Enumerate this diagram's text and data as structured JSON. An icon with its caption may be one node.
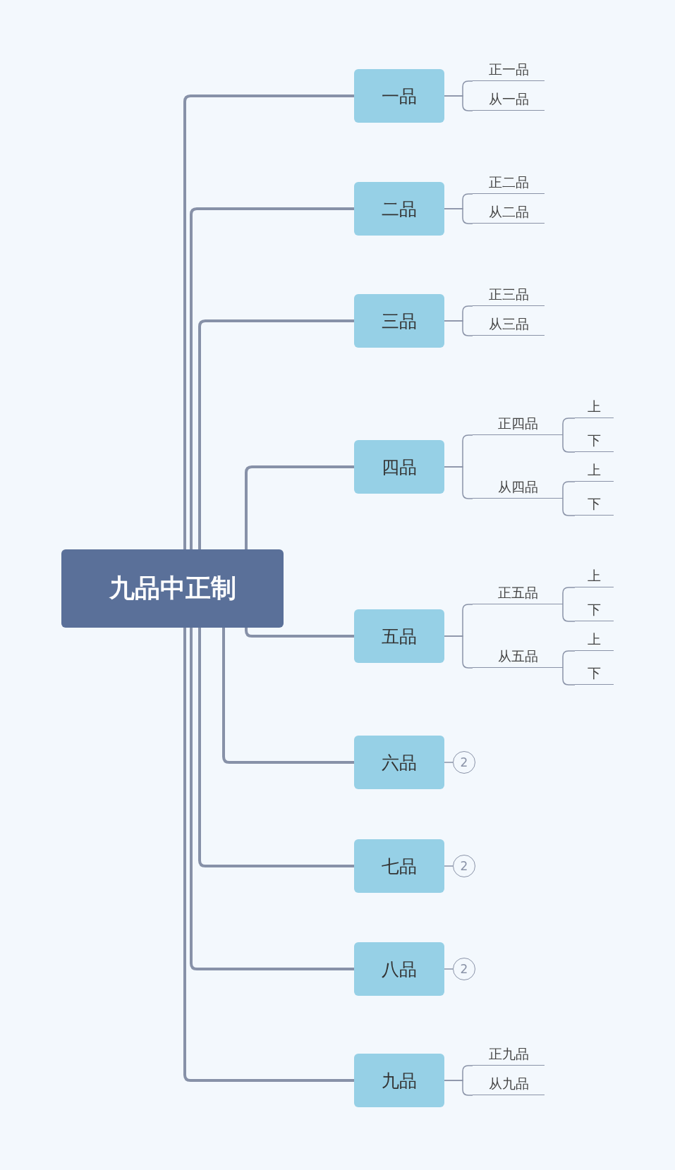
{
  "diagram": {
    "nodes": [
      {
        "text": [
          "九品中正制"
        ]
      },
      {
        "text": [
          "一品"
        ]
      },
      {
        "text": [
          "正一品"
        ]
      },
      {
        "text": [
          "从一品"
        ]
      },
      {
        "text": [
          "二品"
        ]
      },
      {
        "text": [
          "正二品"
        ]
      },
      {
        "text": [
          "从二品"
        ]
      },
      {
        "text": [
          "三品"
        ]
      },
      {
        "text": [
          "正三品"
        ]
      },
      {
        "text": [
          "从三品"
        ]
      },
      {
        "text": [
          "四品"
        ]
      },
      {
        "text": [
          "正四品"
        ]
      },
      {
        "text": [
          "上"
        ]
      },
      {
        "text": [
          "下"
        ]
      },
      {
        "text": [
          "从四品"
        ]
      },
      {
        "text": [
          "上"
        ]
      },
      {
        "text": [
          "下"
        ]
      },
      {
        "text": [
          "五品"
        ]
      },
      {
        "text": [
          "正五品"
        ]
      },
      {
        "text": [
          "上"
        ]
      },
      {
        "text": [
          "下"
        ]
      },
      {
        "text": [
          "从五品"
        ]
      },
      {
        "text": [
          "上"
        ]
      },
      {
        "text": [
          "下"
        ]
      },
      {
        "text": [
          "六品"
        ]
      },
      {
        "text": [
          "2"
        ]
      },
      {
        "text": [
          "七品"
        ]
      },
      {
        "text": [
          "2"
        ]
      },
      {
        "text": [
          "八品"
        ]
      },
      {
        "text": [
          "2"
        ]
      },
      {
        "text": [
          "九品"
        ]
      },
      {
        "text": [
          "正九品"
        ]
      },
      {
        "text": [
          "从九品"
        ]
      }
    ],
    "edges": [
      {
        "from": 0,
        "to": 1,
        "arrow": "none",
        "style": "thick"
      },
      {
        "from": 0,
        "to": 4,
        "arrow": "none",
        "style": "thick"
      },
      {
        "from": 0,
        "to": 7,
        "arrow": "none",
        "style": "thick"
      },
      {
        "from": 0,
        "to": 10,
        "arrow": "none",
        "style": "thick"
      },
      {
        "from": 0,
        "to": 17,
        "arrow": "none",
        "style": "thick"
      },
      {
        "from": 0,
        "to": 24,
        "arrow": "none",
        "style": "thick"
      },
      {
        "from": 0,
        "to": 26,
        "arrow": "none",
        "style": "thick"
      },
      {
        "from": 0,
        "to": 28,
        "arrow": "none",
        "style": "thick"
      },
      {
        "from": 0,
        "to": 30,
        "arrow": "none",
        "style": "thick"
      },
      {
        "from": 1,
        "to": 2,
        "arrow": "none"
      },
      {
        "from": 1,
        "to": 3,
        "arrow": "none"
      },
      {
        "from": 4,
        "to": 5,
        "arrow": "none"
      },
      {
        "from": 4,
        "to": 6,
        "arrow": "none"
      },
      {
        "from": 7,
        "to": 8,
        "arrow": "none"
      },
      {
        "from": 7,
        "to": 9,
        "arrow": "none"
      },
      {
        "from": 10,
        "to": 11,
        "arrow": "none"
      },
      {
        "from": 11,
        "to": 12,
        "arrow": "none"
      },
      {
        "from": 11,
        "to": 13,
        "arrow": "none"
      },
      {
        "from": 10,
        "to": 14,
        "arrow": "none"
      },
      {
        "from": 14,
        "to": 15,
        "arrow": "none"
      },
      {
        "from": 14,
        "to": 16,
        "arrow": "none"
      },
      {
        "from": 17,
        "to": 18,
        "arrow": "none"
      },
      {
        "from": 18,
        "to": 19,
        "arrow": "none"
      },
      {
        "from": 18,
        "to": 20,
        "arrow": "none"
      },
      {
        "from": 17,
        "to": 21,
        "arrow": "none"
      },
      {
        "from": 21,
        "to": 22,
        "arrow": "none"
      },
      {
        "from": 21,
        "to": 23,
        "arrow": "none"
      },
      {
        "from": 24,
        "to": 25,
        "arrow": "none"
      },
      {
        "from": 26,
        "to": 27,
        "arrow": "none"
      },
      {
        "from": 28,
        "to": 29,
        "arrow": "none"
      },
      {
        "from": 30,
        "to": 31,
        "arrow": "none"
      },
      {
        "from": 30,
        "to": 32,
        "arrow": "none"
      }
    ]
  }
}
